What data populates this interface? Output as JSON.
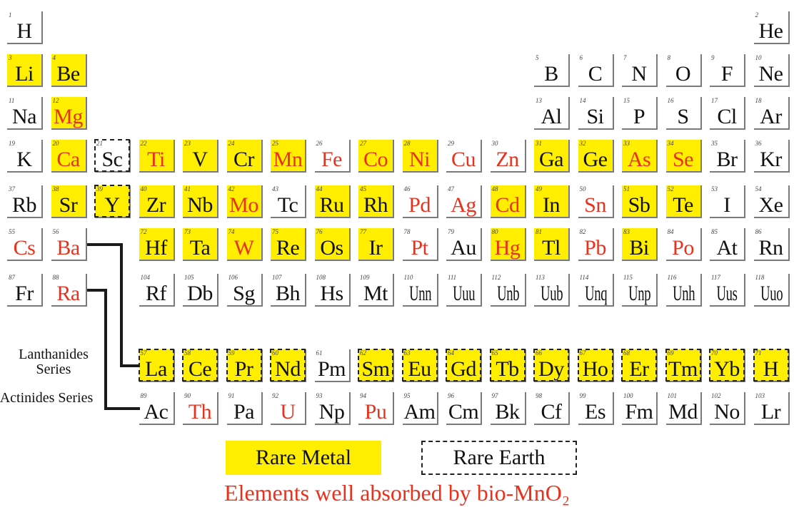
{
  "colors": {
    "rare_metal_fill": "#ffee00",
    "absorbed_text": "#e8321e",
    "normal_text": "#111111",
    "rare_earth_border": "#222222"
  },
  "elements": [
    {
      "sym": "H",
      "num": "1",
      "row": 1,
      "col": 1
    },
    {
      "sym": "He",
      "num": "2",
      "row": 1,
      "col": 18
    },
    {
      "sym": "Li",
      "num": "3",
      "row": 2,
      "col": 1,
      "hl": true
    },
    {
      "sym": "Be",
      "num": "4",
      "row": 2,
      "col": 2,
      "hl": true
    },
    {
      "sym": "B",
      "num": "5",
      "row": 2,
      "col": 13
    },
    {
      "sym": "C",
      "num": "6",
      "row": 2,
      "col": 14
    },
    {
      "sym": "N",
      "num": "7",
      "row": 2,
      "col": 15
    },
    {
      "sym": "O",
      "num": "8",
      "row": 2,
      "col": 16
    },
    {
      "sym": "F",
      "num": "9",
      "row": 2,
      "col": 17
    },
    {
      "sym": "Ne",
      "num": "10",
      "row": 2,
      "col": 18
    },
    {
      "sym": "Na",
      "num": "11",
      "row": 3,
      "col": 1
    },
    {
      "sym": "Mg",
      "num": "12",
      "row": 3,
      "col": 2,
      "hl": true,
      "red": true
    },
    {
      "sym": "Al",
      "num": "13",
      "row": 3,
      "col": 13
    },
    {
      "sym": "Si",
      "num": "14",
      "row": 3,
      "col": 14
    },
    {
      "sym": "P",
      "num": "15",
      "row": 3,
      "col": 15
    },
    {
      "sym": "S",
      "num": "16",
      "row": 3,
      "col": 16
    },
    {
      "sym": "Cl",
      "num": "17",
      "row": 3,
      "col": 17
    },
    {
      "sym": "Ar",
      "num": "18",
      "row": 3,
      "col": 18
    },
    {
      "sym": "K",
      "num": "19",
      "row": 4,
      "col": 1
    },
    {
      "sym": "Ca",
      "num": "20",
      "row": 4,
      "col": 2,
      "hl": true,
      "red": true
    },
    {
      "sym": "Sc",
      "num": "21",
      "row": 4,
      "col": 3,
      "dash": true
    },
    {
      "sym": "Ti",
      "num": "22",
      "row": 4,
      "col": 4,
      "hl": true,
      "red": true
    },
    {
      "sym": "V",
      "num": "23",
      "row": 4,
      "col": 5,
      "hl": true
    },
    {
      "sym": "Cr",
      "num": "24",
      "row": 4,
      "col": 6,
      "hl": true
    },
    {
      "sym": "Mn",
      "num": "25",
      "row": 4,
      "col": 7,
      "hl": true,
      "red": true
    },
    {
      "sym": "Fe",
      "num": "26",
      "row": 4,
      "col": 8,
      "red": true
    },
    {
      "sym": "Co",
      "num": "27",
      "row": 4,
      "col": 9,
      "hl": true,
      "red": true
    },
    {
      "sym": "Ni",
      "num": "28",
      "row": 4,
      "col": 10,
      "hl": true,
      "red": true
    },
    {
      "sym": "Cu",
      "num": "29",
      "row": 4,
      "col": 11,
      "red": true
    },
    {
      "sym": "Zn",
      "num": "30",
      "row": 4,
      "col": 12,
      "red": true
    },
    {
      "sym": "Ga",
      "num": "31",
      "row": 4,
      "col": 13,
      "hl": true
    },
    {
      "sym": "Ge",
      "num": "32",
      "row": 4,
      "col": 14,
      "hl": true
    },
    {
      "sym": "As",
      "num": "33",
      "row": 4,
      "col": 15,
      "hl": true,
      "red": true
    },
    {
      "sym": "Se",
      "num": "34",
      "row": 4,
      "col": 16,
      "hl": true,
      "red": true
    },
    {
      "sym": "Br",
      "num": "35",
      "row": 4,
      "col": 17
    },
    {
      "sym": "Kr",
      "num": "36",
      "row": 4,
      "col": 18
    },
    {
      "sym": "Rb",
      "num": "37",
      "row": 5,
      "col": 1
    },
    {
      "sym": "Sr",
      "num": "38",
      "row": 5,
      "col": 2,
      "hl": true
    },
    {
      "sym": "Y",
      "num": "39",
      "row": 5,
      "col": 3,
      "hl": true,
      "dash": true
    },
    {
      "sym": "Zr",
      "num": "40",
      "row": 5,
      "col": 4,
      "hl": true
    },
    {
      "sym": "Nb",
      "num": "41",
      "row": 5,
      "col": 5,
      "hl": true
    },
    {
      "sym": "Mo",
      "num": "42",
      "row": 5,
      "col": 6,
      "hl": true,
      "red": true
    },
    {
      "sym": "Tc",
      "num": "43",
      "row": 5,
      "col": 7
    },
    {
      "sym": "Ru",
      "num": "44",
      "row": 5,
      "col": 8,
      "hl": true
    },
    {
      "sym": "Rh",
      "num": "45",
      "row": 5,
      "col": 9,
      "hl": true
    },
    {
      "sym": "Pd",
      "num": "46",
      "row": 5,
      "col": 10,
      "red": true
    },
    {
      "sym": "Ag",
      "num": "47",
      "row": 5,
      "col": 11,
      "red": true
    },
    {
      "sym": "Cd",
      "num": "48",
      "row": 5,
      "col": 12,
      "hl": true,
      "red": true
    },
    {
      "sym": "In",
      "num": "49",
      "row": 5,
      "col": 13,
      "hl": true
    },
    {
      "sym": "Sn",
      "num": "50",
      "row": 5,
      "col": 14,
      "red": true
    },
    {
      "sym": "Sb",
      "num": "51",
      "row": 5,
      "col": 15,
      "hl": true
    },
    {
      "sym": "Te",
      "num": "52",
      "row": 5,
      "col": 16,
      "hl": true
    },
    {
      "sym": "I",
      "num": "53",
      "row": 5,
      "col": 17
    },
    {
      "sym": "Xe",
      "num": "54",
      "row": 5,
      "col": 18
    },
    {
      "sym": "Cs",
      "num": "55",
      "row": 6,
      "col": 1,
      "red": true
    },
    {
      "sym": "Ba",
      "num": "56",
      "row": 6,
      "col": 2,
      "red": true
    },
    {
      "sym": "Hf",
      "num": "72",
      "row": 6,
      "col": 4,
      "hl": true
    },
    {
      "sym": "Ta",
      "num": "73",
      "row": 6,
      "col": 5,
      "hl": true
    },
    {
      "sym": "W",
      "num": "74",
      "row": 6,
      "col": 6,
      "hl": true,
      "red": true
    },
    {
      "sym": "Re",
      "num": "75",
      "row": 6,
      "col": 7,
      "hl": true
    },
    {
      "sym": "Os",
      "num": "76",
      "row": 6,
      "col": 8,
      "hl": true
    },
    {
      "sym": "Ir",
      "num": "77",
      "row": 6,
      "col": 9,
      "hl": true
    },
    {
      "sym": "Pt",
      "num": "78",
      "row": 6,
      "col": 10,
      "red": true
    },
    {
      "sym": "Au",
      "num": "79",
      "row": 6,
      "col": 11
    },
    {
      "sym": "Hg",
      "num": "80",
      "row": 6,
      "col": 12,
      "hl": true,
      "red": true
    },
    {
      "sym": "Tl",
      "num": "81",
      "row": 6,
      "col": 13,
      "hl": true
    },
    {
      "sym": "Pb",
      "num": "82",
      "row": 6,
      "col": 14,
      "red": true
    },
    {
      "sym": "Bi",
      "num": "83",
      "row": 6,
      "col": 15,
      "hl": true
    },
    {
      "sym": "Po",
      "num": "84",
      "row": 6,
      "col": 16,
      "red": true
    },
    {
      "sym": "At",
      "num": "85",
      "row": 6,
      "col": 17
    },
    {
      "sym": "Rn",
      "num": "86",
      "row": 6,
      "col": 18
    },
    {
      "sym": "Fr",
      "num": "87",
      "row": 7,
      "col": 1
    },
    {
      "sym": "Ra",
      "num": "88",
      "row": 7,
      "col": 2,
      "red": true
    },
    {
      "sym": "Rf",
      "num": "104",
      "row": 7,
      "col": 4
    },
    {
      "sym": "Db",
      "num": "105",
      "row": 7,
      "col": 5
    },
    {
      "sym": "Sg",
      "num": "106",
      "row": 7,
      "col": 6
    },
    {
      "sym": "Bh",
      "num": "107",
      "row": 7,
      "col": 7
    },
    {
      "sym": "Hs",
      "num": "108",
      "row": 7,
      "col": 8
    },
    {
      "sym": "Mt",
      "num": "109",
      "row": 7,
      "col": 9
    },
    {
      "sym": "Unn",
      "num": "110",
      "row": 7,
      "col": 10,
      "nar": true
    },
    {
      "sym": "Uuu",
      "num": "111",
      "row": 7,
      "col": 11,
      "nar": true
    },
    {
      "sym": "Unb",
      "num": "112",
      "row": 7,
      "col": 12,
      "nar": true
    },
    {
      "sym": "Uub",
      "num": "113",
      "row": 7,
      "col": 13,
      "nar": true
    },
    {
      "sym": "Unq",
      "num": "114",
      "row": 7,
      "col": 14,
      "nar": true
    },
    {
      "sym": "Unp",
      "num": "115",
      "row": 7,
      "col": 15,
      "nar": true
    },
    {
      "sym": "Unh",
      "num": "116",
      "row": 7,
      "col": 16,
      "nar": true
    },
    {
      "sym": "Uus",
      "num": "117",
      "row": 7,
      "col": 17,
      "nar": true
    },
    {
      "sym": "Uuo",
      "num": "118",
      "row": 7,
      "col": 18,
      "nar": true
    },
    {
      "sym": "La",
      "num": "57",
      "row": 8,
      "col": 4,
      "hl": true,
      "dash": true
    },
    {
      "sym": "Ce",
      "num": "58",
      "row": 8,
      "col": 5,
      "hl": true,
      "dash": true
    },
    {
      "sym": "Pr",
      "num": "59",
      "row": 8,
      "col": 6,
      "hl": true,
      "dash": true
    },
    {
      "sym": "Nd",
      "num": "60",
      "row": 8,
      "col": 7,
      "hl": true,
      "dash": true
    },
    {
      "sym": "Pm",
      "num": "61",
      "row": 8,
      "col": 8
    },
    {
      "sym": "Sm",
      "num": "62",
      "row": 8,
      "col": 9,
      "hl": true,
      "dash": true
    },
    {
      "sym": "Eu",
      "num": "63",
      "row": 8,
      "col": 10,
      "hl": true,
      "dash": true
    },
    {
      "sym": "Gd",
      "num": "64",
      "row": 8,
      "col": 11,
      "hl": true,
      "dash": true
    },
    {
      "sym": "Tb",
      "num": "65",
      "row": 8,
      "col": 12,
      "hl": true,
      "dash": true
    },
    {
      "sym": "Dy",
      "num": "66",
      "row": 8,
      "col": 13,
      "hl": true,
      "dash": true
    },
    {
      "sym": "Ho",
      "num": "67",
      "row": 8,
      "col": 14,
      "hl": true,
      "dash": true
    },
    {
      "sym": "Er",
      "num": "68",
      "row": 8,
      "col": 15,
      "hl": true,
      "dash": true
    },
    {
      "sym": "Tm",
      "num": "69",
      "row": 8,
      "col": 16,
      "hl": true,
      "dash": true
    },
    {
      "sym": "Yb",
      "num": "70",
      "row": 8,
      "col": 17,
      "hl": true,
      "dash": true
    },
    {
      "sym": "H",
      "num": "71",
      "row": 8,
      "col": 18,
      "hl": true,
      "dash": true
    },
    {
      "sym": "Ac",
      "num": "89",
      "row": 9,
      "col": 4
    },
    {
      "sym": "Th",
      "num": "90",
      "row": 9,
      "col": 5,
      "red": true
    },
    {
      "sym": "Pa",
      "num": "91",
      "row": 9,
      "col": 6
    },
    {
      "sym": "U",
      "num": "92",
      "row": 9,
      "col": 7,
      "red": true
    },
    {
      "sym": "Np",
      "num": "93",
      "row": 9,
      "col": 8
    },
    {
      "sym": "Pu",
      "num": "94",
      "row": 9,
      "col": 9,
      "red": true
    },
    {
      "sym": "Am",
      "num": "95",
      "row": 9,
      "col": 10
    },
    {
      "sym": "Cm",
      "num": "96",
      "row": 9,
      "col": 11
    },
    {
      "sym": "Bk",
      "num": "97",
      "row": 9,
      "col": 12
    },
    {
      "sym": "Cf",
      "num": "98",
      "row": 9,
      "col": 13
    },
    {
      "sym": "Es",
      "num": "99",
      "row": 9,
      "col": 14
    },
    {
      "sym": "Fm",
      "num": "100",
      "row": 9,
      "col": 15
    },
    {
      "sym": "Md",
      "num": "101",
      "row": 9,
      "col": 16
    },
    {
      "sym": "No",
      "num": "102",
      "row": 9,
      "col": 17
    },
    {
      "sym": "Lr",
      "num": "103",
      "row": 9,
      "col": 18
    }
  ],
  "series_labels": {
    "lanthanides": "Lanthanides Series",
    "actinides": "Actinides Series"
  },
  "legend": {
    "rare_metal": "Rare Metal",
    "rare_earth": "Rare Earth"
  },
  "caption": "Elements well absorbed by bio-MnO₂"
}
